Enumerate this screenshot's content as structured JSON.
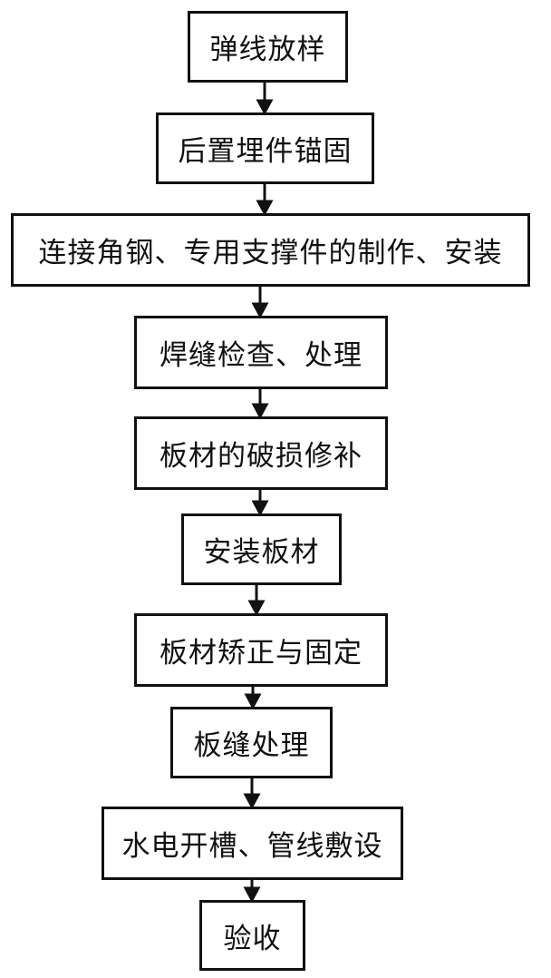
{
  "flowchart": {
    "steps": [
      {
        "label": "弹线放样"
      },
      {
        "label": "后置埋件锚固"
      },
      {
        "label": "连接角钢、专用支撑件的制作、安装"
      },
      {
        "label": "焊缝检查、处理"
      },
      {
        "label": "板材的破损修补"
      },
      {
        "label": "安装板材"
      },
      {
        "label": "板材矫正与固定"
      },
      {
        "label": "板缝处理"
      },
      {
        "label": "水电开槽、管线敷设"
      },
      {
        "label": "验收"
      }
    ],
    "line_color": "#111111",
    "box_color": "#ffffff"
  }
}
